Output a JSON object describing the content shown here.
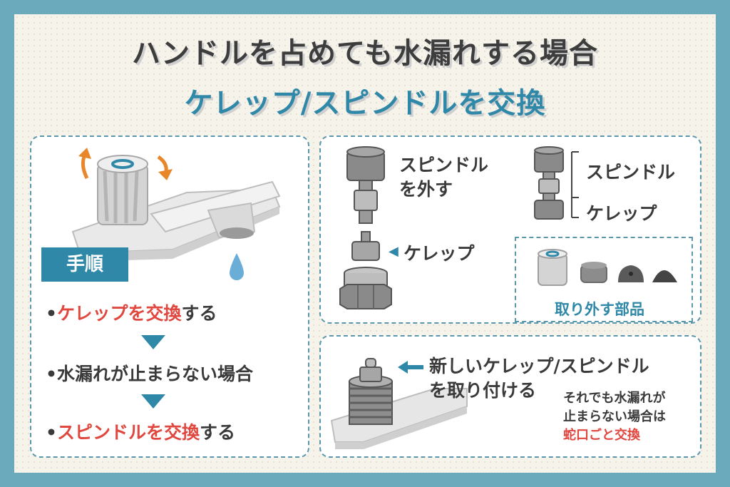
{
  "title": {
    "line1": "ハンドルを占めても水漏れする場合",
    "line2": "ケレップ/スピンドルを交換"
  },
  "procedure": {
    "heading": "手順",
    "step1": {
      "bullet": "•",
      "emphasis": "ケレップを交換",
      "rest": "する"
    },
    "step2": {
      "bullet": "•",
      "text": "水漏れが止まらない場合"
    },
    "step3": {
      "bullet": "•",
      "emphasis": "スピンドルを交換",
      "rest": "する"
    }
  },
  "disassembly": {
    "remove_spindle": [
      "スピンドル",
      "を外す"
    ],
    "kerep_label": "ケレップ",
    "assembled_spindle": "スピンドル",
    "assembled_kerep": "ケレップ",
    "parts_label": "取り外す部品"
  },
  "install": {
    "line1": "新しいケレップ/スピンドル",
    "line2": "を取り付ける",
    "note1": "それでも水漏れが",
    "note2": "止まらない場合は",
    "note3": "蛇口ごと交換"
  },
  "colors": {
    "frame": "#6aaabc",
    "accent_blue": "#2f88a8",
    "accent_red": "#e0473f",
    "arrow_orange": "#e8872a"
  }
}
